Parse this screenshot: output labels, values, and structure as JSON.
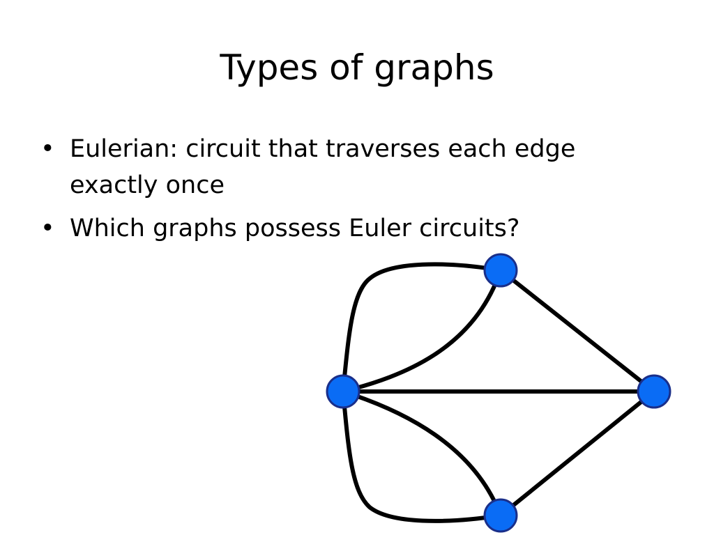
{
  "slide": {
    "title": "Types of graphs",
    "bullets": [
      {
        "marker": "•",
        "text": "Eulerian: circuit that traverses each edge"
      },
      {
        "marker": "",
        "text": "exactly once"
      },
      {
        "marker": "•",
        "text": "Which graphs possess Euler circuits?"
      }
    ]
  },
  "graph": {
    "node_fill": "#0a6cf5",
    "node_stroke": "#1a2f8a",
    "edge_color": "#000000",
    "node_count": 4,
    "edge_count": 7
  }
}
